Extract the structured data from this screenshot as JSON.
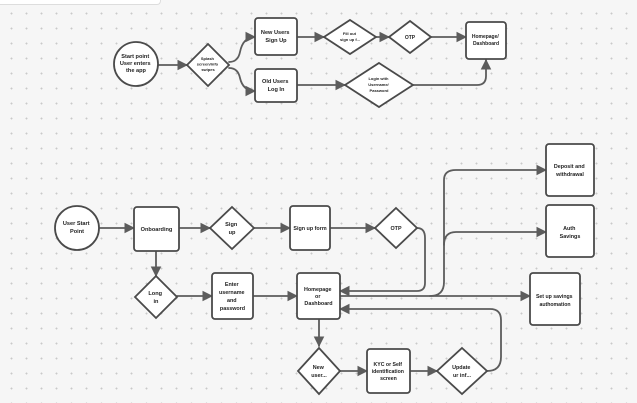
{
  "diagram": {
    "flow1": {
      "start": [
        "Start point",
        "User enters",
        "the app"
      ],
      "splash": [
        "Splash",
        "screen/info",
        "swipes"
      ],
      "new_users": [
        "New Users",
        "Sign Up"
      ],
      "fill_signup": [
        "Fill out",
        "sign up f..."
      ],
      "otp": [
        "OTP"
      ],
      "old_users": [
        "Old Users",
        "Log In"
      ],
      "login_with": [
        "Login with",
        "Username/",
        "Password"
      ],
      "homepage": [
        "Homepage/",
        "Dashboard"
      ]
    },
    "flow2": {
      "user_start": [
        "User Start",
        "Point"
      ],
      "onboarding": [
        "Onboarding"
      ],
      "sign_up": [
        "Sign",
        "up"
      ],
      "signup_form": [
        "Sign up form"
      ],
      "otp": [
        "OTP"
      ],
      "deposit": [
        "Deposit and",
        "withdrawal"
      ],
      "auth": [
        "Auth",
        "Savings"
      ],
      "login": [
        "Long",
        "in"
      ],
      "enter_credentials": [
        "Enter",
        "username",
        "and",
        "password"
      ],
      "homepage": [
        "Homepage",
        "or",
        "Dashboard"
      ],
      "setup_savings": [
        "Set up savings",
        "authomation"
      ],
      "new_user": [
        "New",
        "user..."
      ],
      "kyc": [
        "KYC or Self",
        "identification",
        "screen"
      ],
      "update": [
        "Update",
        "ur inf..."
      ]
    }
  }
}
